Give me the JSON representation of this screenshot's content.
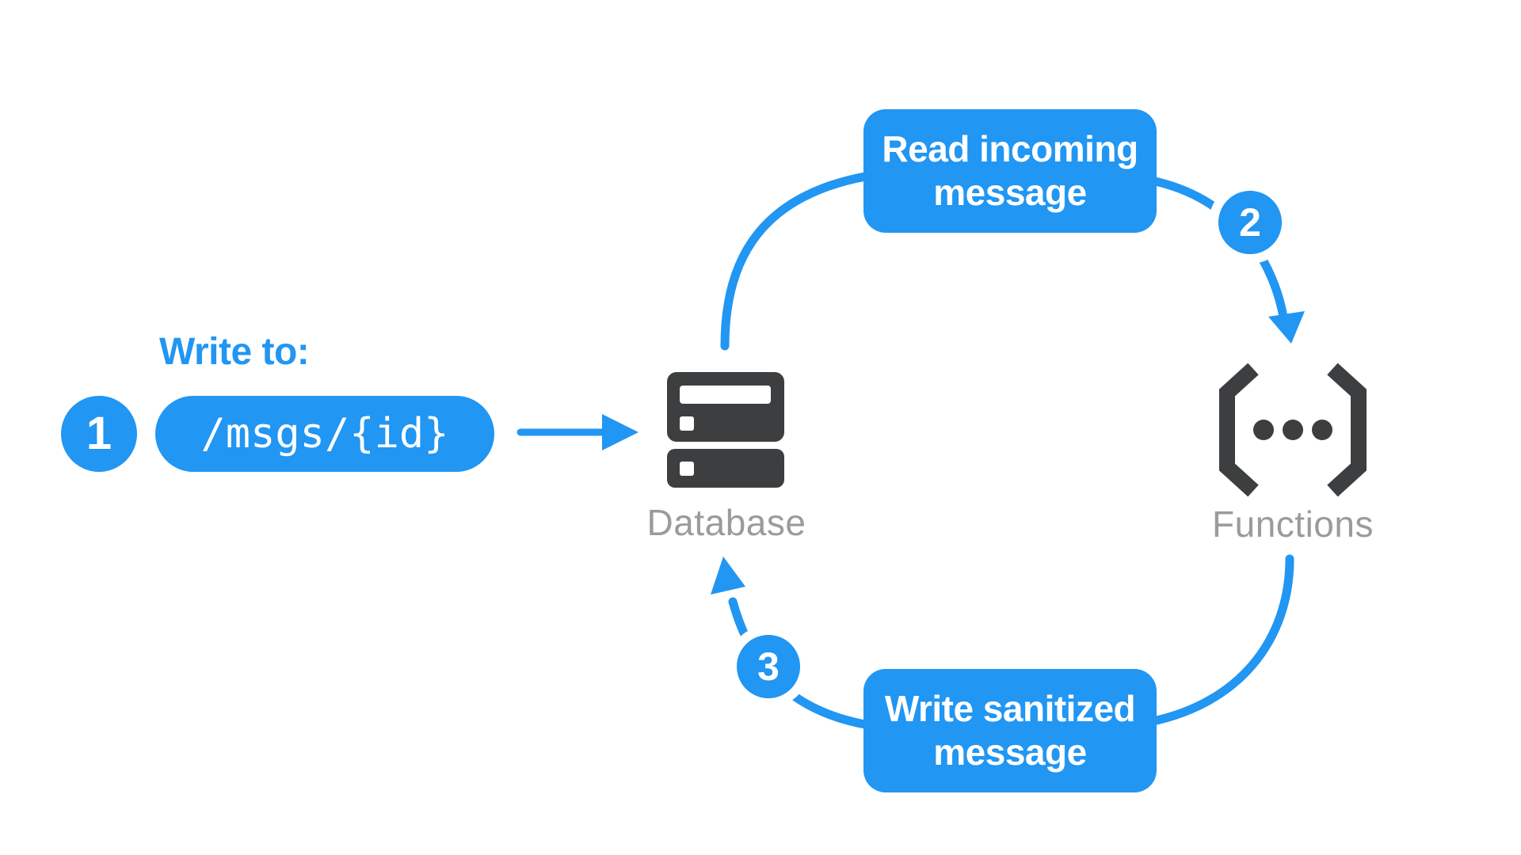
{
  "colors": {
    "accent_blue": "#2196F3",
    "icon_dark": "#3C3E40",
    "label_gray": "#9B9B9B",
    "background": "#FFFFFF",
    "box_text": "#FFFFFF"
  },
  "steps": {
    "step1": {
      "number": "1",
      "label": "Write to:",
      "path_value": "/msgs/{id}"
    },
    "step2": {
      "number": "2",
      "box_line1": "Read incoming",
      "box_line2": "message"
    },
    "step3": {
      "number": "3",
      "box_line1": "Write sanitized",
      "box_line2": "message"
    }
  },
  "nodes": {
    "database": {
      "label": "Database",
      "icon": "database-icon"
    },
    "functions": {
      "label": "Functions",
      "icon": "functions-icon"
    }
  }
}
